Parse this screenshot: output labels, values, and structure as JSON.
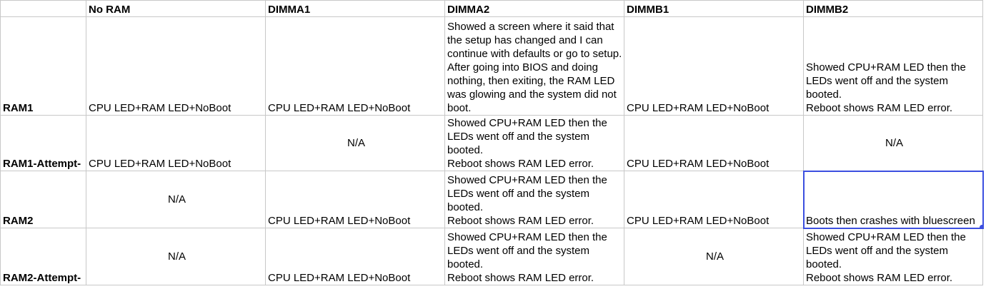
{
  "columns": [
    "",
    "No RAM",
    "DIMMA1",
    "DIMMA2",
    "DIMMB1",
    "DIMMB2"
  ],
  "rows": [
    {
      "label": "RAM1",
      "cells": [
        "CPU LED+RAM LED+NoBoot",
        "CPU LED+RAM LED+NoBoot",
        "Showed a screen where it said that the setup has changed and I can continue with defaults or go to setup. After going into BIOS and doing nothing, then exiting, the RAM LED was glowing and the system did not boot.",
        "CPU LED+RAM LED+NoBoot",
        "Showed CPU+RAM LED then the LEDs went off and the system booted.\nReboot shows RAM LED error."
      ]
    },
    {
      "label": "RAM1-Attempt-",
      "cells": [
        "CPU LED+RAM LED+NoBoot",
        "N/A",
        "Showed CPU+RAM LED then the LEDs went off and the system booted.\nReboot shows RAM LED error.",
        "CPU LED+RAM LED+NoBoot",
        "N/A"
      ]
    },
    {
      "label": "RAM2",
      "cells": [
        "N/A",
        "CPU LED+RAM LED+NoBoot",
        "Showed CPU+RAM LED then the LEDs went off and the system booted.\nReboot shows RAM LED error.",
        "CPU LED+RAM LED+NoBoot",
        "Boots then crashes with bluescreen"
      ]
    },
    {
      "label": "RAM2-Attempt-",
      "cells": [
        "N/A",
        "CPU LED+RAM LED+NoBoot",
        "Showed CPU+RAM LED then the LEDs went off and the system booted.\nReboot shows RAM LED error.",
        "N/A",
        "Showed CPU+RAM LED then the LEDs went off and the system booted.\nReboot shows RAM LED error."
      ]
    }
  ],
  "selection": {
    "selected_cell": "RAM2 / DIMMB2",
    "accent_color": "#3c4fe0"
  }
}
